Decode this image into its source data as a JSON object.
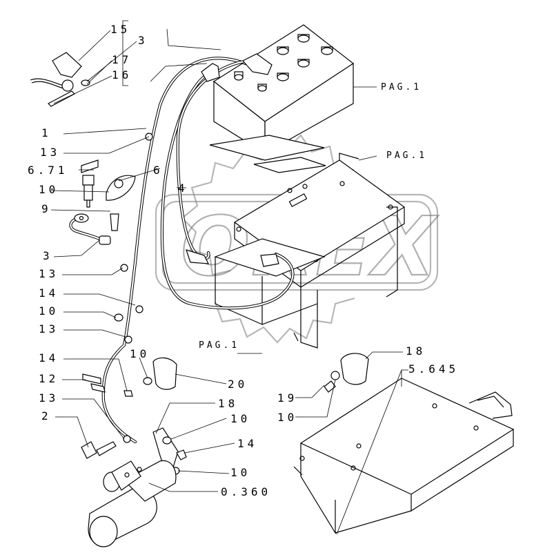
{
  "watermark": {
    "brand": "OREX"
  },
  "callouts": {
    "c15": "15",
    "c3_top": "3",
    "c17": "17",
    "c16": "16",
    "c1": "1",
    "c13_a": "13",
    "c6_71": "6.71",
    "c6": "6",
    "c4": "4",
    "c10_a": "10",
    "c9": "9",
    "c3_mid": "3",
    "c13_b": "13",
    "c14_a": "14",
    "c10_b": "10",
    "c13_c": "13",
    "c14_b": "14",
    "c10_c": "10",
    "c12": "12",
    "c20": "20",
    "c13_d": "13",
    "c18_a": "18",
    "c2": "2",
    "c10_d": "10",
    "c14_c": "14",
    "c10_e": "10",
    "c0_360": "0.360",
    "c18_b": "18",
    "c19": "19",
    "c10_f": "10",
    "c5_645": "5.645"
  },
  "page_refs": {
    "battery": "PAG.1",
    "tray": "PAG.1",
    "support": "PAG.1"
  }
}
